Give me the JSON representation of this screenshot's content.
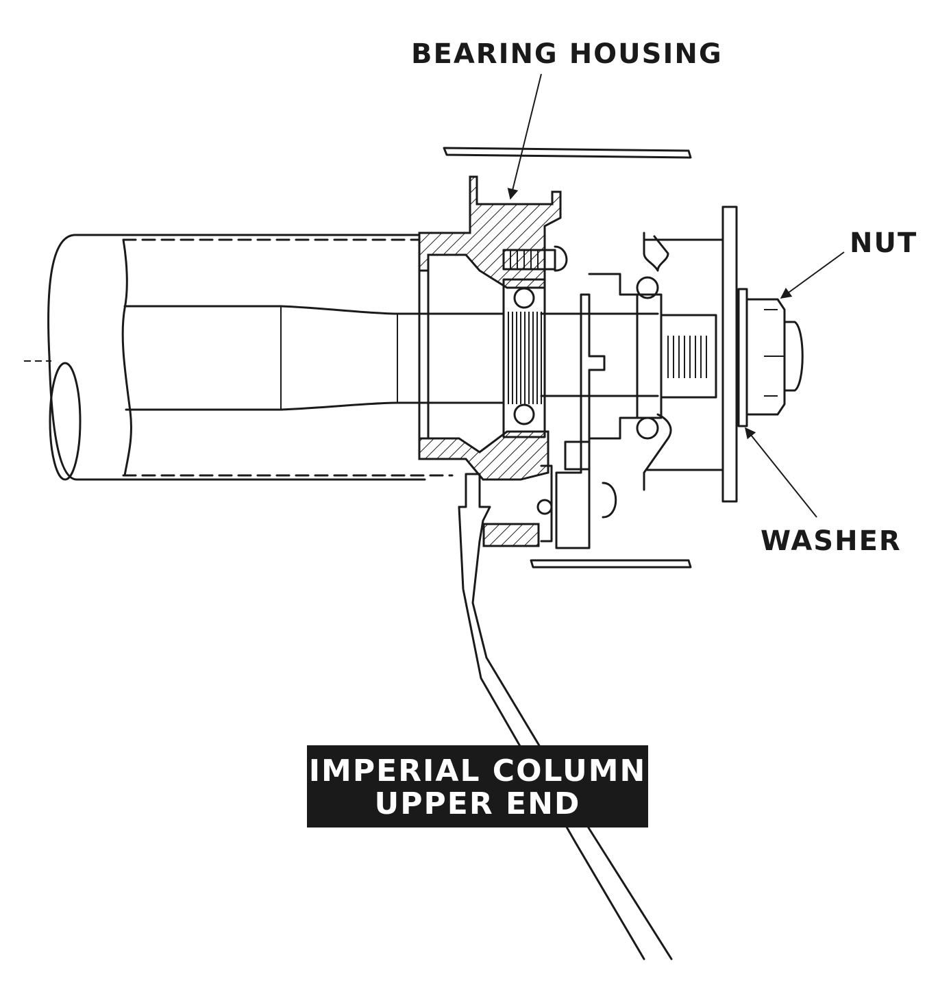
{
  "labels": {
    "bearing_housing": "BEARING HOUSING",
    "nut": "NUT",
    "washer": "WASHER"
  },
  "title_box": {
    "line1": "IMPERIAL COLUMN",
    "line2": "UPPER END"
  },
  "colors": {
    "ink": "#1a1a1a",
    "paper": "#ffffff"
  }
}
